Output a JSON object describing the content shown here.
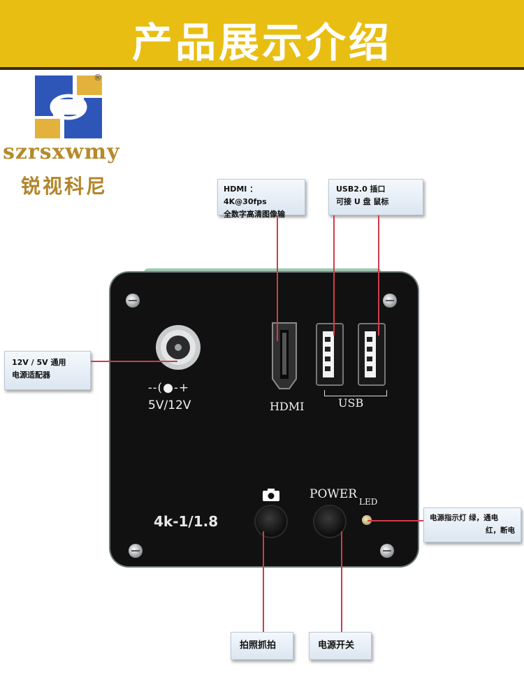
{
  "banner": {
    "title": "产品展示介绍"
  },
  "logo": {
    "wordmark": "szrsxwmy",
    "chinese": "锐视科尼",
    "registered": "®"
  },
  "callouts": {
    "hdmi": {
      "line1": "HDMI ： 4K@30fps",
      "line2": "全数字高清图像输"
    },
    "usb": {
      "line1": "USB2.0 插口",
      "line2": "可接 U 盘 鼠标"
    },
    "power_adapter": {
      "line1": "12V / 5V 通用",
      "line2": "电源适配器"
    },
    "led": {
      "line1": "电源指示灯 绿，通电",
      "line2": "红，断电"
    },
    "snapshot": {
      "label": "拍照抓拍"
    },
    "power_switch": {
      "label": "电源开关"
    }
  },
  "device": {
    "dc_polarity": "--(●-+",
    "dc_voltage": "5V/12V",
    "hdmi_label": "HDMI",
    "usb_label": "USB",
    "model": "4k-1/1.8",
    "power_label": "POWER",
    "led_label": "LED"
  },
  "colors": {
    "banner": "#e9be13",
    "camera_body": "#111111",
    "leader_line": "#d23b4a",
    "logo_gold": "#b68a2a",
    "logo_blue": "#2e56b8"
  }
}
